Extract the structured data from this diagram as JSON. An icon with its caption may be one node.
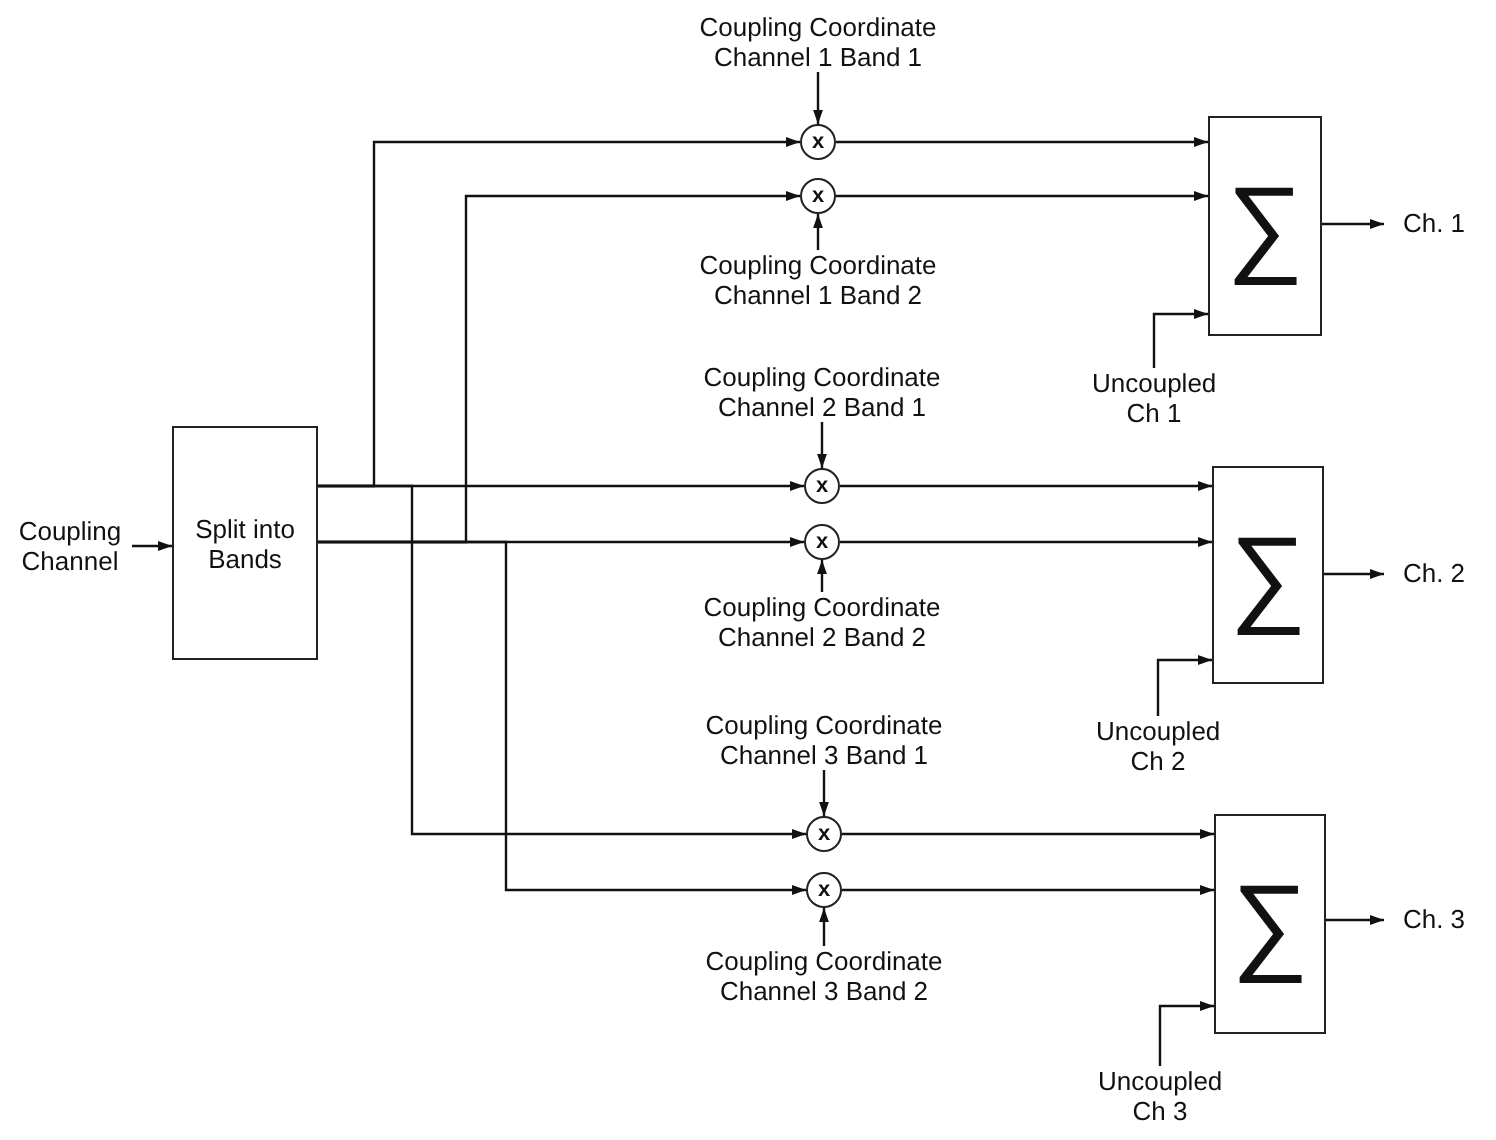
{
  "diagram": {
    "nodes": [
      {
        "text": [
          "Coupling Channel"
        ]
      },
      {
        "text": [
          "Split into Bands"
        ]
      },
      {
        "text": [
          "Coupling Coordinate Channel 1 Band 1"
        ]
      },
      {
        "text": [
          "x"
        ]
      },
      {
        "text": [
          "x"
        ]
      },
      {
        "text": [
          "Coupling Coordinate Channel 1 Band 2"
        ]
      },
      {
        "text": [
          "∑"
        ]
      },
      {
        "text": [
          "Ch. 1"
        ]
      },
      {
        "text": [
          "Uncoupled Ch 1"
        ]
      },
      {
        "text": [
          "Coupling Coordinate Channel 2 Band 1"
        ]
      },
      {
        "text": [
          "x"
        ]
      },
      {
        "text": [
          "x"
        ]
      },
      {
        "text": [
          "Coupling Coordinate Channel 2 Band 2"
        ]
      },
      {
        "text": [
          "∑"
        ]
      },
      {
        "text": [
          "Ch. 2"
        ]
      },
      {
        "text": [
          "Uncoupled Ch 2"
        ]
      },
      {
        "text": [
          "Coupling Coordinate Channel 3 Band 1"
        ]
      },
      {
        "text": [
          "x"
        ]
      },
      {
        "text": [
          "x"
        ]
      },
      {
        "text": [
          "Coupling Coordinate Channel 3 Band 2"
        ]
      },
      {
        "text": [
          "∑"
        ]
      },
      {
        "text": [
          "Ch. 3"
        ]
      },
      {
        "text": [
          "Uncoupled Ch 3"
        ]
      }
    ],
    "edges": [
      {
        "from": 0,
        "to": 1,
        "arrow": "to"
      },
      {
        "from": 1,
        "to": 3,
        "arrow": "to"
      },
      {
        "from": 1,
        "to": 4,
        "arrow": "to"
      },
      {
        "from": 1,
        "to": 10,
        "arrow": "to"
      },
      {
        "from": 1,
        "to": 11,
        "arrow": "to"
      },
      {
        "from": 1,
        "to": 17,
        "arrow": "to"
      },
      {
        "from": 1,
        "to": 18,
        "arrow": "to"
      },
      {
        "from": 2,
        "to": 3,
        "arrow": "to"
      },
      {
        "from": 5,
        "to": 4,
        "arrow": "to"
      },
      {
        "from": 3,
        "to": 6,
        "arrow": "to"
      },
      {
        "from": 4,
        "to": 6,
        "arrow": "to"
      },
      {
        "from": 8,
        "to": 6,
        "arrow": "to"
      },
      {
        "from": 6,
        "to": 7,
        "arrow": "to"
      },
      {
        "from": 9,
        "to": 10,
        "arrow": "to"
      },
      {
        "from": 12,
        "to": 11,
        "arrow": "to"
      },
      {
        "from": 10,
        "to": 13,
        "arrow": "to"
      },
      {
        "from": 11,
        "to": 13,
        "arrow": "to"
      },
      {
        "from": 15,
        "to": 13,
        "arrow": "to"
      },
      {
        "from": 13,
        "to": 14,
        "arrow": "to"
      },
      {
        "from": 16,
        "to": 17,
        "arrow": "to"
      },
      {
        "from": 19,
        "to": 18,
        "arrow": "to"
      },
      {
        "from": 17,
        "to": 20,
        "arrow": "to"
      },
      {
        "from": 18,
        "to": 20,
        "arrow": "to"
      },
      {
        "from": 22,
        "to": 20,
        "arrow": "to"
      },
      {
        "from": 20,
        "to": 21,
        "arrow": "to"
      }
    ]
  }
}
